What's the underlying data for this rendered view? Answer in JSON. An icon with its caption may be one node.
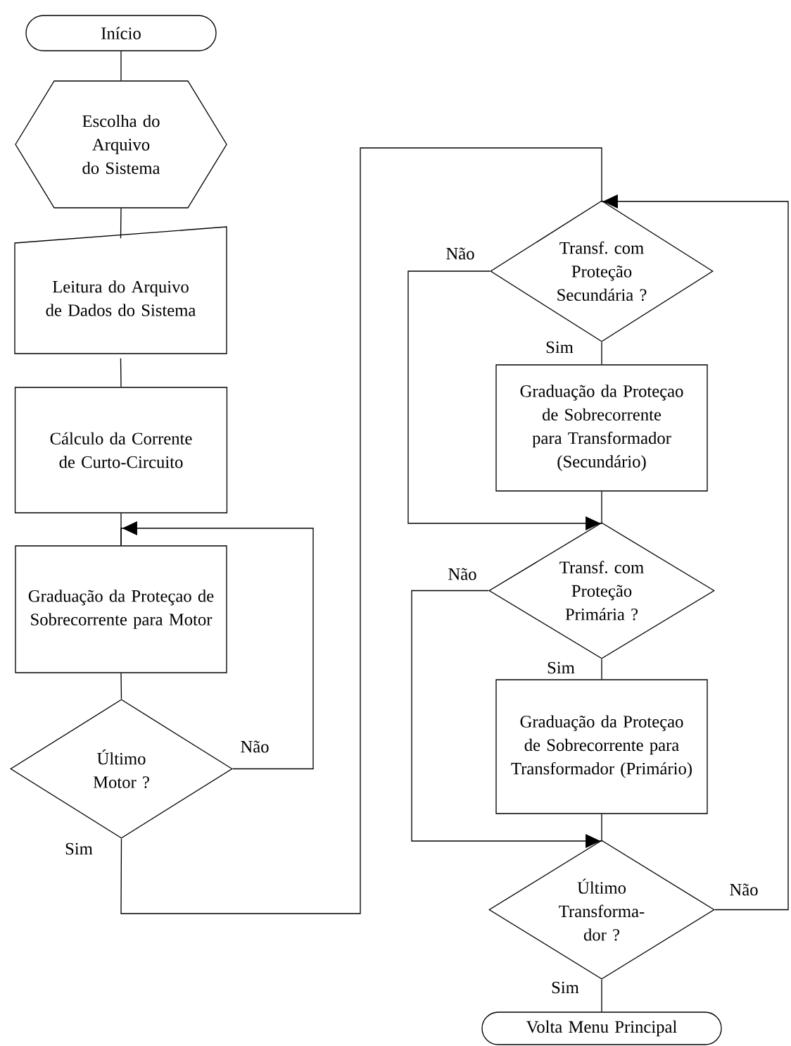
{
  "diagram": {
    "nodes": [
      {
        "text": [
          "Início"
        ]
      },
      {
        "text": [
          "Escolha do Arquivo do Sistema"
        ]
      },
      {
        "text": [
          "Leitura do Arquivo de Dados do Sistema"
        ]
      },
      {
        "text": [
          "Cálculo da Corrente de Curto-Circuito"
        ]
      },
      {
        "text": [
          "Graduação da Proteçao de Sobrecorrente para Motor"
        ]
      },
      {
        "text": [
          "Último Motor ?"
        ]
      },
      {
        "text": [
          "Transf. com Proteção Secundária ?"
        ]
      },
      {
        "text": [
          "Graduação da Proteçao de Sobrecorrente para Transformador (Secundário)"
        ]
      },
      {
        "text": [
          "Transf. com Proteção Primária ?"
        ]
      },
      {
        "text": [
          "Graduação da Proteçao de Sobrecorrente para Transformador (Primário)"
        ]
      },
      {
        "text": [
          "Último Transforma- dor ?"
        ]
      },
      {
        "text": [
          "Volta Menu Principal"
        ]
      }
    ],
    "edges": [
      {
        "from": 0,
        "to": 1,
        "arrow": "none"
      },
      {
        "from": 1,
        "to": 2,
        "arrow": "none"
      },
      {
        "from": 2,
        "to": 3,
        "arrow": "none"
      },
      {
        "from": 3,
        "to": 4,
        "arrow": "none"
      },
      {
        "from": 4,
        "to": 5,
        "arrow": "none"
      },
      {
        "from": 5,
        "to": 4,
        "arrow": "to",
        "label": "Não"
      },
      {
        "from": 5,
        "to": 6,
        "arrow": "none",
        "label": "Sim"
      },
      {
        "from": 6,
        "to": 7,
        "arrow": "none",
        "label": "Sim"
      },
      {
        "from": 6,
        "to": 8,
        "arrow": "to",
        "label": "Não"
      },
      {
        "from": 7,
        "to": 8,
        "arrow": "none"
      },
      {
        "from": 8,
        "to": 9,
        "arrow": "none",
        "label": "Sim"
      },
      {
        "from": 8,
        "to": 10,
        "arrow": "to",
        "label": "Não"
      },
      {
        "from": 9,
        "to": 10,
        "arrow": "none"
      },
      {
        "from": 10,
        "to": 6,
        "arrow": "to",
        "label": "Não"
      },
      {
        "from": 10,
        "to": 11,
        "arrow": "none",
        "label": "Sim"
      }
    ]
  }
}
